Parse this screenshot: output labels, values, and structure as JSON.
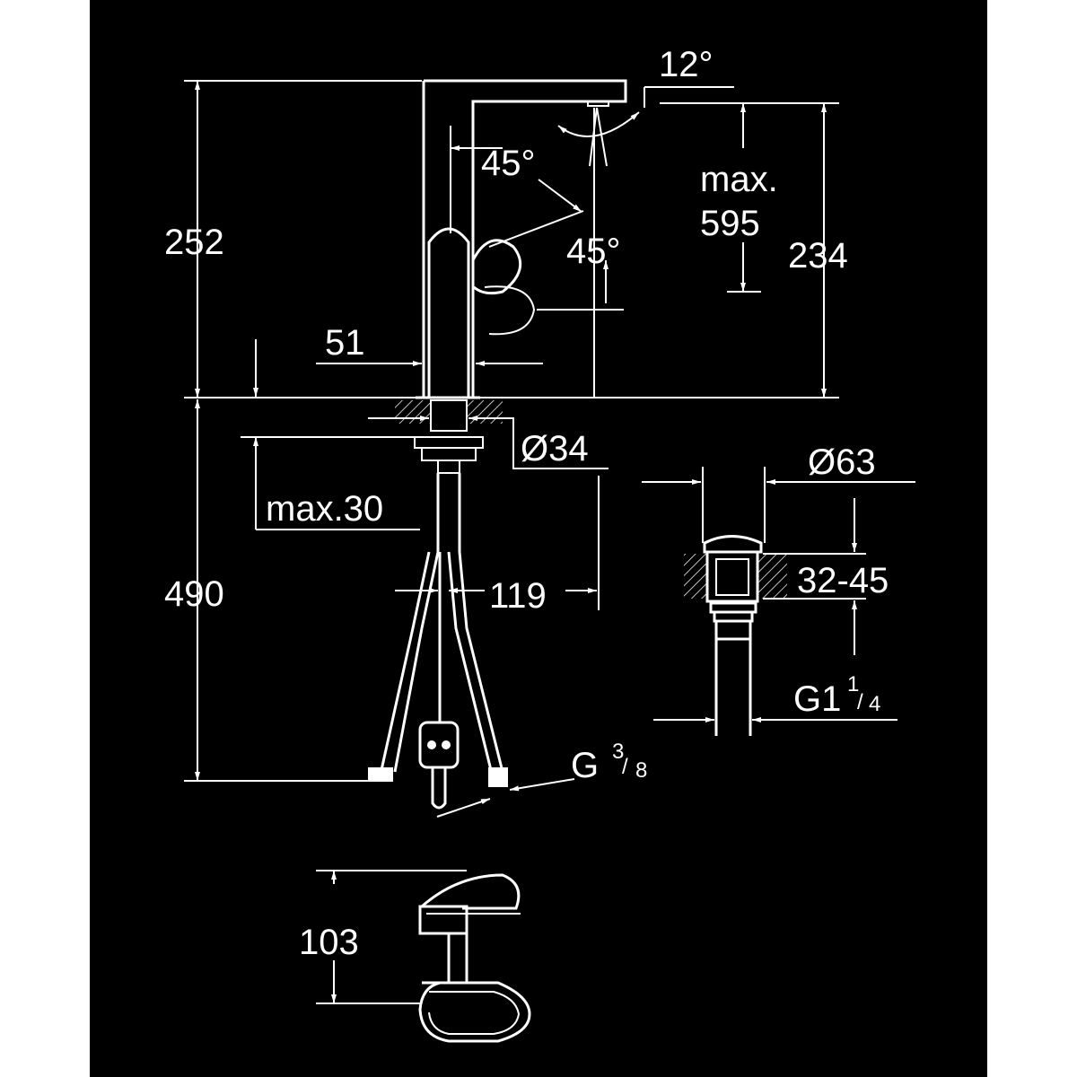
{
  "colors": {
    "background": "#000000",
    "lines": "#ffffff",
    "margin": "#ffffff"
  },
  "dimensions": {
    "angle_top": "12°",
    "angle_lever_upper": "45°",
    "angle_lever_lower": "45°",
    "max_label": "max.",
    "max_value": "595",
    "height_overall": "252",
    "height_spout": "234",
    "body_width": "51",
    "base_diameter": "Ø34",
    "max_counter": "max.30",
    "hose_length": "490",
    "reach": "119",
    "drain_diameter": "Ø63",
    "drain_range": "32-45",
    "drain_thread_main": "G1",
    "drain_thread_num": "1",
    "drain_thread_den": "4",
    "hose_thread_main": "G",
    "hose_thread_num": "3",
    "hose_thread_den": "8",
    "lever_height": "103"
  }
}
